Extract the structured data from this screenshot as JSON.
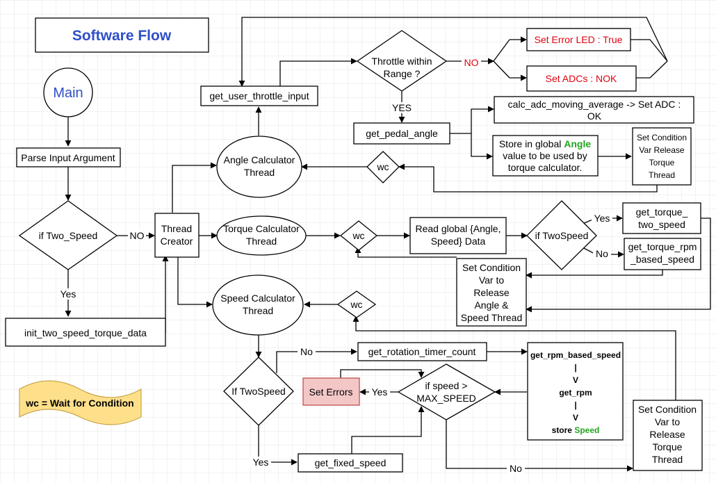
{
  "colors": {
    "title": "#2e4fc7",
    "red": "#e0000f",
    "green": "#22a61f",
    "errorFill": "#f4c7c7",
    "errorStroke": "#c0504d",
    "note": "#ffe08a"
  },
  "title": "Software Flow",
  "main": "Main",
  "note": "wc = Wait for Condition",
  "nodes": {
    "parse": "Parse Input Argument",
    "if_two_speed": "if Two_Speed",
    "init_two_speed": "init_two_speed_torque_data",
    "thread_creator": [
      "Thread",
      "Creator"
    ],
    "angle_thread": [
      "Angle Calculator",
      "Thread"
    ],
    "torque_thread": [
      "Torque Calculator",
      "Thread"
    ],
    "speed_thread": [
      "Speed Calculator",
      "Thread"
    ],
    "get_user_throttle": "get_user_throttle_input",
    "throttle_range": [
      "Throttle within",
      "Range ?"
    ],
    "set_error_led": "Set Error LED : True",
    "set_adcs": "Set ADCs : NOK",
    "get_pedal_angle": "get_pedal_angle",
    "calc_adc": [
      "calc_adc_moving_average -> Set ADC :",
      "OK"
    ],
    "store_global": {
      "pre": "Store in global ",
      "hl": "Angle",
      "l2": "value to be used by",
      "l3": "torque calculator."
    },
    "set_cond_torque": [
      "Set Condition",
      "Var Release",
      "Torque",
      "Thread"
    ],
    "wc1": "wc",
    "wc2": "wc",
    "wc3": "wc",
    "read_global": [
      "Read global {Angle,",
      "Speed} Data"
    ],
    "if_twospeed_t": "if TwoSpeed",
    "get_torque_two": [
      "get_torque_",
      "two_speed"
    ],
    "get_torque_rpm": [
      "get_torque_rpm",
      "_based_speed"
    ],
    "set_cond_as": [
      "Set Condition",
      "Var to",
      "Release",
      "Angle &",
      "Speed Thread"
    ],
    "if_twospeed_s": "If TwoSpeed",
    "get_rotation": "get_rotation_timer_count",
    "rpm_chain": {
      "l1": "get_rpm_based_speed",
      "s1": "|",
      "s2": "V",
      "l2": "get_rpm",
      "s3": "|",
      "s4": "V",
      "pre": "store ",
      "hl": "Speed"
    },
    "set_errors": "Set Errors",
    "if_speed_max": [
      "if speed >",
      "MAX_SPEED"
    ],
    "get_fixed": "get_fixed_speed",
    "set_cond_torque2": [
      "Set Condition",
      "Var to",
      "Release",
      "Torque",
      "Thread"
    ]
  },
  "edge_labels": {
    "no1": "NO",
    "yes1": "Yes",
    "no_thr": "NO",
    "yes_thr": "YES",
    "yes_t": "Yes",
    "no_t": "No",
    "no_s": "No",
    "yes_s": "Yes",
    "yes_err": "Yes",
    "no_max": "No"
  }
}
